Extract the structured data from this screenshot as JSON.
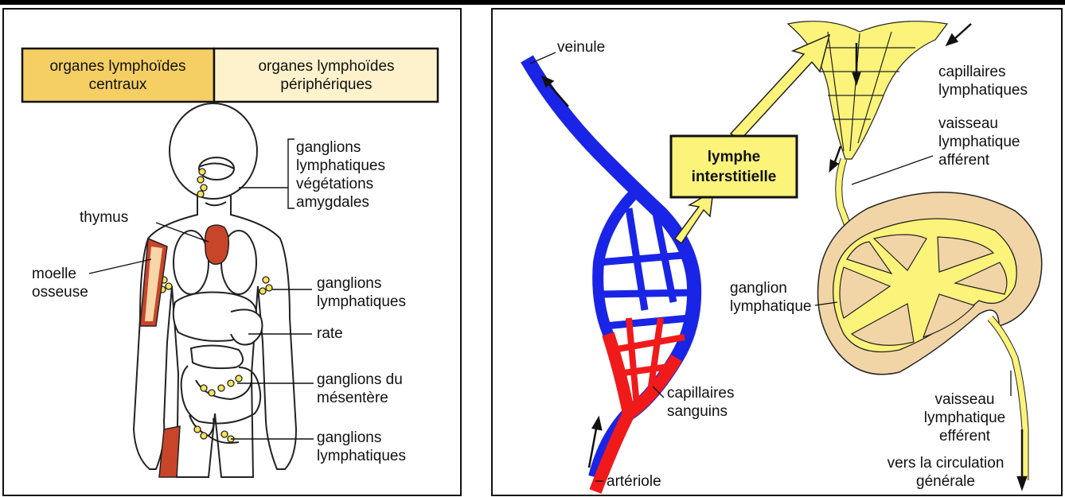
{
  "left_panel": {
    "header_central": [
      "organes lymphoïdes",
      "centraux"
    ],
    "header_peripheral": [
      "organes lymphoïdes",
      "périphériques"
    ],
    "labels": {
      "ganglions_top": [
        "ganglions",
        "lymphatiques",
        "végétations",
        "amygdales"
      ],
      "thymus": "thymus",
      "moelle": [
        "moelle",
        "osseuse"
      ],
      "ganglions_axillary": [
        "ganglions",
        "lymphatiques"
      ],
      "rate": "rate",
      "mesentere": [
        "ganglions du",
        "mésentère"
      ],
      "ganglions_bottom": [
        "ganglions",
        "lymphatiques"
      ]
    }
  },
  "right_panel": {
    "labels": {
      "veinule": "veinule",
      "lymphe_box": [
        "lymphe",
        "interstitielle"
      ],
      "capillaires_lymph": [
        "capillaires",
        "lymphatiques"
      ],
      "vaisseau_afferent": [
        "vaisseau",
        "lymphatique",
        "afférent"
      ],
      "ganglion": [
        "ganglion",
        "lymphatique"
      ],
      "capillaires_sanguins": [
        "capillaires",
        "sanguins"
      ],
      "vaisseau_efferent": [
        "vaisseau",
        "lymphatique",
        "efférent"
      ],
      "circulation": [
        "vers la circulation",
        "générale"
      ],
      "arteriole": "artériole"
    }
  },
  "colors": {
    "central_fill": "#f5cf63",
    "peripheral_fill": "#fdf2cc",
    "thymus_red": "#c8452a",
    "lymph_yellow": "#fbf37a",
    "node_beige": "#f2d5a6",
    "vein_blue": "#1a24e6",
    "artery_red": "#f01a1a"
  }
}
